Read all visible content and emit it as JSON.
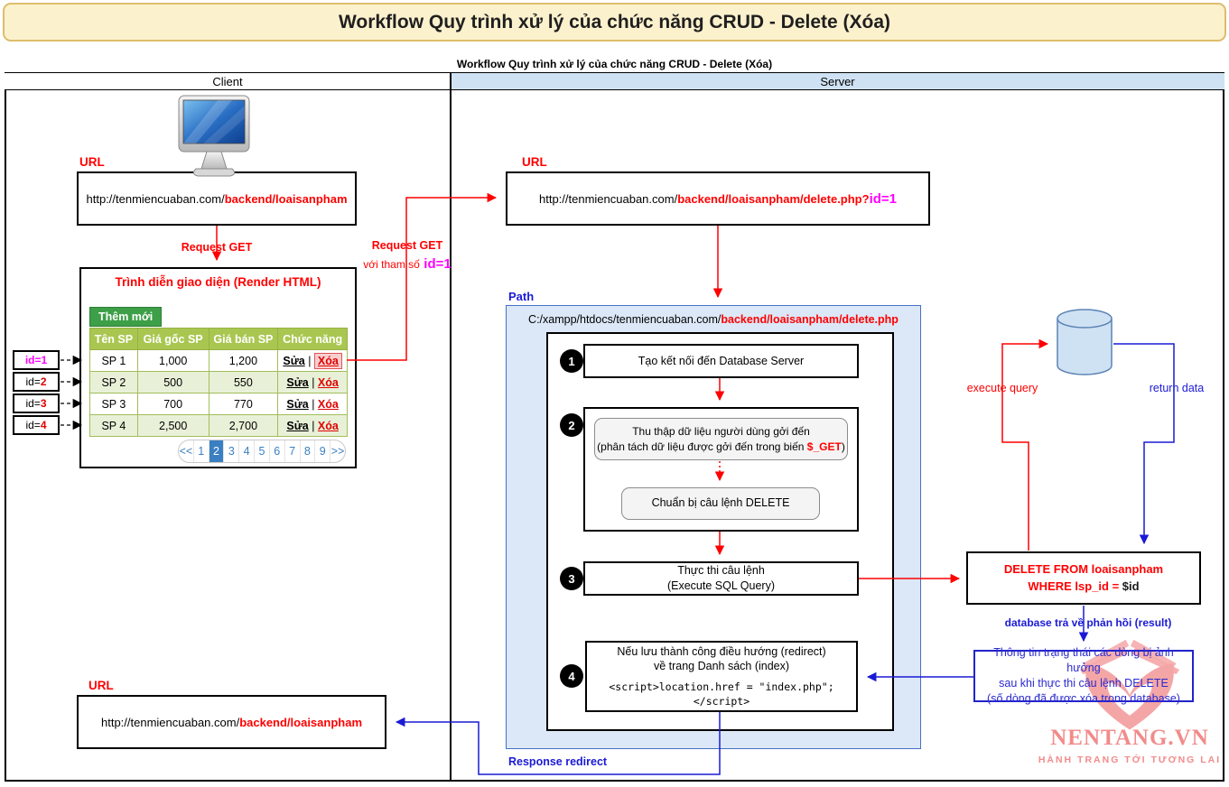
{
  "banner": {
    "title": "Workflow Quy trình xử lý của chức năng CRUD - Delete (Xóa)"
  },
  "diagram": {
    "subtitle": "Workflow Quy trình xử lý của chức năng CRUD - Delete (Xóa)",
    "client_lane": "Client",
    "server_lane": "Server"
  },
  "client": {
    "url_label": "URL",
    "url": {
      "plain": "http://tenmiencuaban.com/",
      "bold_red": "backend/loaisanpham"
    },
    "request_get": "Request GET",
    "render": {
      "title": "Trình diễn giao diện (Render HTML)",
      "add_button": "Thêm mới",
      "table": {
        "headers": [
          "Tên SP",
          "Giá gốc SP",
          "Giá bán SP",
          "Chức năng"
        ],
        "action_separator": "|",
        "rows": [
          {
            "name": "SP 1",
            "base_price": "1,000",
            "sell_price": "1,200",
            "edit": "Sửa",
            "delete": "Xóa",
            "delete_highlighted": true
          },
          {
            "name": "SP 2",
            "base_price": "500",
            "sell_price": "550",
            "edit": "Sửa",
            "delete": "Xóa",
            "delete_highlighted": false
          },
          {
            "name": "SP 3",
            "base_price": "700",
            "sell_price": "770",
            "edit": "Sửa",
            "delete": "Xóa",
            "delete_highlighted": false
          },
          {
            "name": "SP 4",
            "base_price": "2,500",
            "sell_price": "2,700",
            "edit": "Sửa",
            "delete": "Xóa",
            "delete_highlighted": false
          }
        ]
      },
      "pagination": {
        "items": [
          "<<",
          "1",
          "2",
          "3",
          "4",
          "5",
          "6",
          "7",
          "8",
          "9",
          ">>"
        ],
        "active": "2"
      }
    },
    "id_labels": [
      {
        "text": "id=",
        "value": "1",
        "variant": "magenta"
      },
      {
        "text": "id=",
        "value": "2",
        "variant": "red"
      },
      {
        "text": "id=",
        "value": "3",
        "variant": "red"
      },
      {
        "text": "id=",
        "value": "4",
        "variant": "red"
      }
    ],
    "request_param": {
      "line1": "Request GET",
      "line2": "với tham số",
      "param": "id=1"
    },
    "bottom_url_label": "URL",
    "bottom_url": {
      "plain": "http://tenmiencuaban.com/",
      "bold_red": "backend/loaisanpham"
    },
    "response_redirect": "Response redirect"
  },
  "server": {
    "url_label": "URL",
    "url": {
      "plain": "http://tenmiencuaban.com/",
      "bold_red": "backend/loaisanpham/delete.php?",
      "param": "id=1"
    },
    "path_label": "Path",
    "path": {
      "plain": "C:/xampp/htdocs/tenmiencuaban.com/",
      "bold_red": "backend/loaisanpham/delete.php"
    },
    "step1": {
      "num": "1",
      "text": "Tạo kết nối đến Database Server"
    },
    "step2": {
      "num": "2",
      "collect_line1": "Thu thập dữ liệu người dùng gởi đến",
      "collect_line2_prefix": "(phân tách dữ liệu được gởi đến trong biến ",
      "collect_line2_var": "$_GET",
      "collect_line2_suffix": ")",
      "prepare": "Chuẩn bị câu lệnh DELETE"
    },
    "step3": {
      "num": "3",
      "line1": "Thực thi câu lệnh",
      "line2": "(Execute SQL Query)"
    },
    "step4": {
      "num": "4",
      "line1": "Nếu lưu thành công điều hướng (redirect)",
      "line2": "về trang Danh sách (index)",
      "code": "<script>location.href = \"index.php\";</script>"
    },
    "database": {
      "label": "Database",
      "execute_query": "execute query",
      "return_data": "return data"
    },
    "sql": {
      "line1": "DELETE FROM loaisanpham",
      "line2_red": "WHERE lsp_id = ",
      "line2_dark": "$id"
    },
    "result_label": "database trả về phản hồi (result)",
    "status": {
      "line1": "Thông tin trạng thái các dòng bị ảnh hưởng",
      "line2": "sau khi thực thi câu lệnh DELETE",
      "line3": "(số dòng đã được xóa trong database)"
    }
  },
  "watermark": {
    "brand": "NENTANG.VN",
    "tagline": "HÀNH TRANG TỚI TƯƠNG LAI"
  },
  "colors": {
    "red": "#ff0000",
    "blue": "#1a1ad6",
    "magenta": "#ff00ff",
    "green_button": "#3d9f47",
    "table_header_bg": "#a9c750",
    "row_alt_bg": "#e8f1d8",
    "pagination_blue": "#3a7fc1",
    "path_bg": "#dce8f7",
    "server_lane_bg": "#cfe2f3",
    "banner_bg": "#fcf1cd",
    "watermark_pink": "#f28b8b"
  }
}
